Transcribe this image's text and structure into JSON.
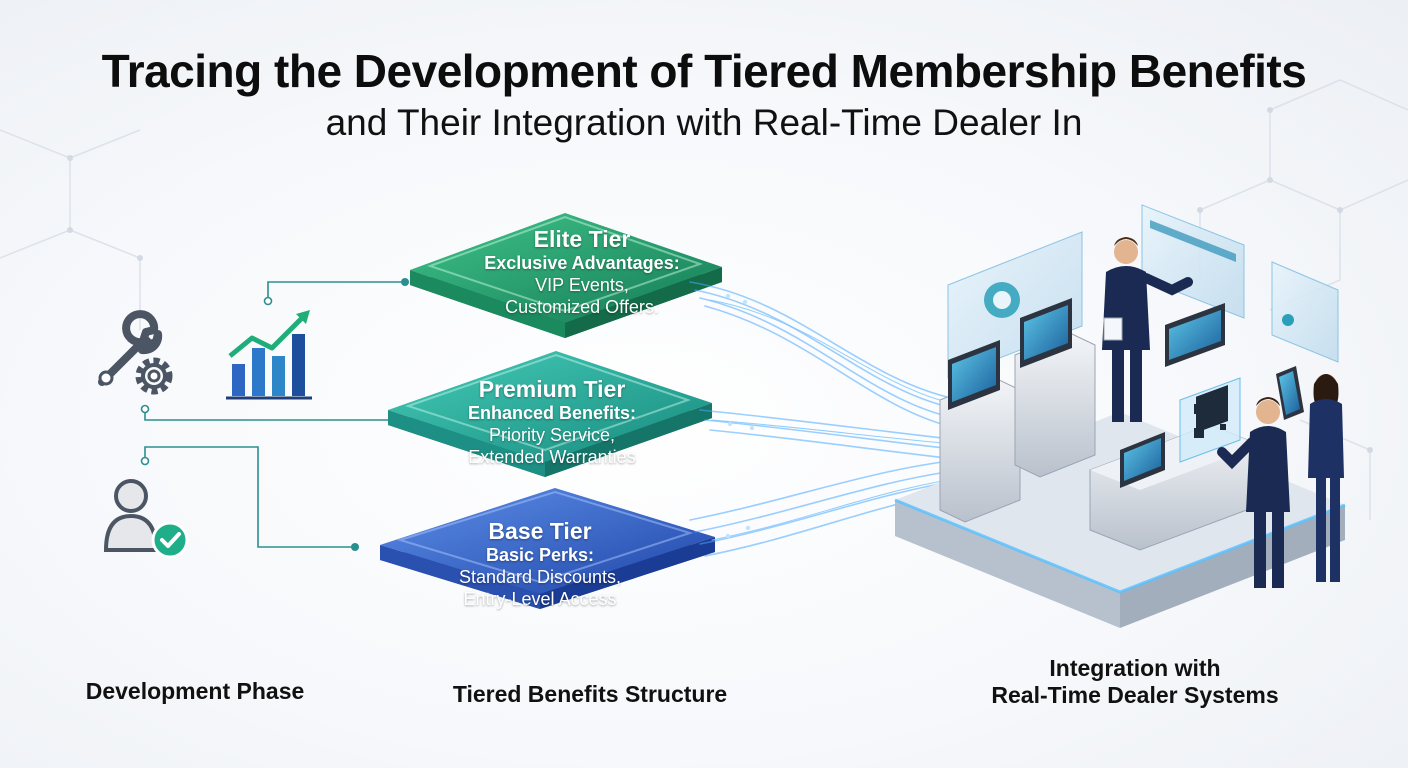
{
  "header": {
    "title": "Tracing the Development of Tiered Membership Benefits",
    "subtitle": "and Their Integration with Real-Time Dealer In"
  },
  "tiers": [
    {
      "name": "Elite Tier",
      "heading": "Exclusive Advantages:",
      "lines": [
        "VIP Events,",
        "Customized Offers."
      ],
      "color": "#1f9e68"
    },
    {
      "name": "Premium Tier",
      "heading": "Enhanced Benefits:",
      "lines": [
        "Priority Service,",
        "Extended Warranties"
      ],
      "color": "#20a89a"
    },
    {
      "name": "Base Tier",
      "heading": "Basic Perks:",
      "lines": [
        "Standard Discounts,",
        "Entry-Level Access"
      ],
      "color": "#2f63c9"
    }
  ],
  "development": {
    "icons": [
      "wrench-gear-icon",
      "growth-chart-icon",
      "verified-user-icon"
    ],
    "caption": "Development Phase"
  },
  "structure": {
    "caption": "Tiered Benefits Structure"
  },
  "integration": {
    "caption_lines": [
      "Integration with",
      "Real-Time Dealer Systems"
    ]
  },
  "colors": {
    "accent_blue": "#1f5fc2",
    "accent_green": "#1f9e68",
    "accent_teal": "#20a89a",
    "fiber": "#4aa8ff",
    "suit": "#1b2a52"
  }
}
